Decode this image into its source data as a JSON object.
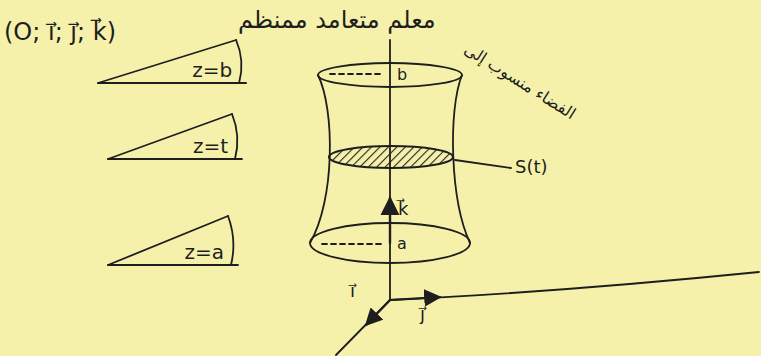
{
  "diagram": {
    "nodes": [
      {
        "text": [
          "z=b"
        ]
      },
      {
        "text": [
          "z=t"
        ]
      },
      {
        "text": [
          "z=a"
        ]
      }
    ],
    "labels": [
      "(O; i⃗; j⃗; k⃗)",
      "معلم متعامد ممنظم",
      "الفضاء منسوب إلى",
      "b",
      "S(t)",
      "k⃗",
      "a",
      "i⃗",
      "j⃗"
    ]
  }
}
